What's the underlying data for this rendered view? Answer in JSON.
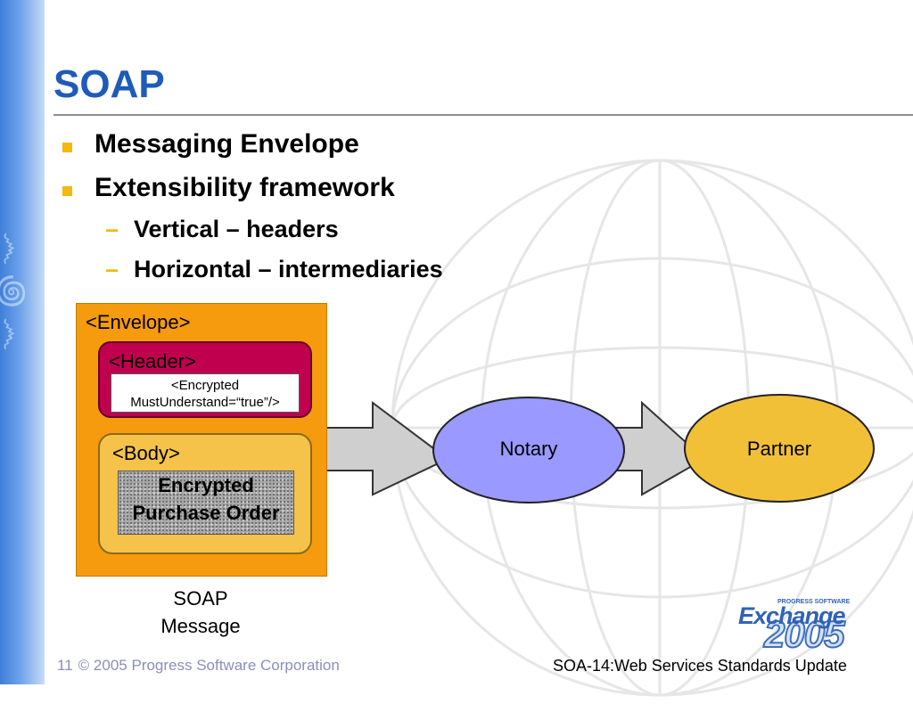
{
  "slide": {
    "title": "SOAP",
    "bullets": [
      {
        "text": "Messaging Envelope"
      },
      {
        "text": "Extensibility framework"
      }
    ],
    "sub_bullets": [
      {
        "text": "Vertical – headers"
      },
      {
        "text": "Horizontal – intermediaries"
      }
    ]
  },
  "diagram": {
    "envelope_label": "<Envelope>",
    "header_label": "<Header>",
    "header_note_line1": "<Encrypted",
    "header_note_line2": "MustUnderstand=“true”/>",
    "body_label": "<Body>",
    "payload_line1": "Encrypted",
    "payload_line2": "Purchase Order",
    "caption_line1": "SOAP",
    "caption_line2": "Message",
    "notary_label": "Notary",
    "partner_label": "Partner",
    "colors": {
      "envelope": "#f59b0d",
      "header": "#c0004f",
      "body": "#f5c34a",
      "notary": "#9999ff",
      "partner": "#f2c037"
    }
  },
  "logo": {
    "small_text": "PROGRESS SOFTWARE",
    "word": "Exchange",
    "year": "2005"
  },
  "footer": {
    "page_number": "11",
    "copyright": "© 2005 Progress Software Corporation",
    "session": "SOA-14:Web Services Standards Update"
  },
  "icons": {
    "bullet": "square-bullet-icon",
    "sub_bullet": "dash-bullet-icon",
    "arrow": "arrow-right-icon"
  }
}
